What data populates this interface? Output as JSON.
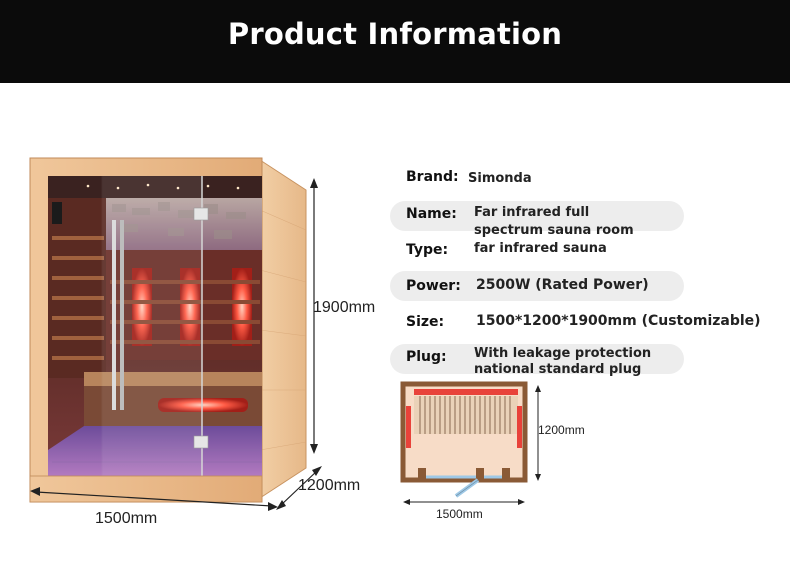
{
  "header": {
    "title": "Product Information"
  },
  "specs": {
    "brand": {
      "label": "Brand:",
      "value": "Simonda"
    },
    "name": {
      "label": "Name:",
      "value_line1": "Far infrared full",
      "value_line2": "spectrum sauna room"
    },
    "type": {
      "label": "Type:",
      "value": "far infrared sauna"
    },
    "power": {
      "label": "Power:",
      "value": "2500W (Rated Power)"
    },
    "size": {
      "label": "Size:",
      "value": "1500*1200*1900mm (Customizable)"
    },
    "plug": {
      "label": "Plug:",
      "value_line1": "With leakage protection",
      "value_line2": "national standard plug"
    }
  },
  "product_image": {
    "height_label": "1900mm",
    "depth_label": "1200mm",
    "width_label": "1500mm"
  },
  "floor_plan": {
    "depth_label": "1200mm",
    "width_label": "1500mm"
  },
  "colors": {
    "header_bg": "#0b0b0b",
    "pill_bg": "#ededed",
    "wood": "#e8b98a",
    "heater_glow": "#ff4a3a"
  }
}
